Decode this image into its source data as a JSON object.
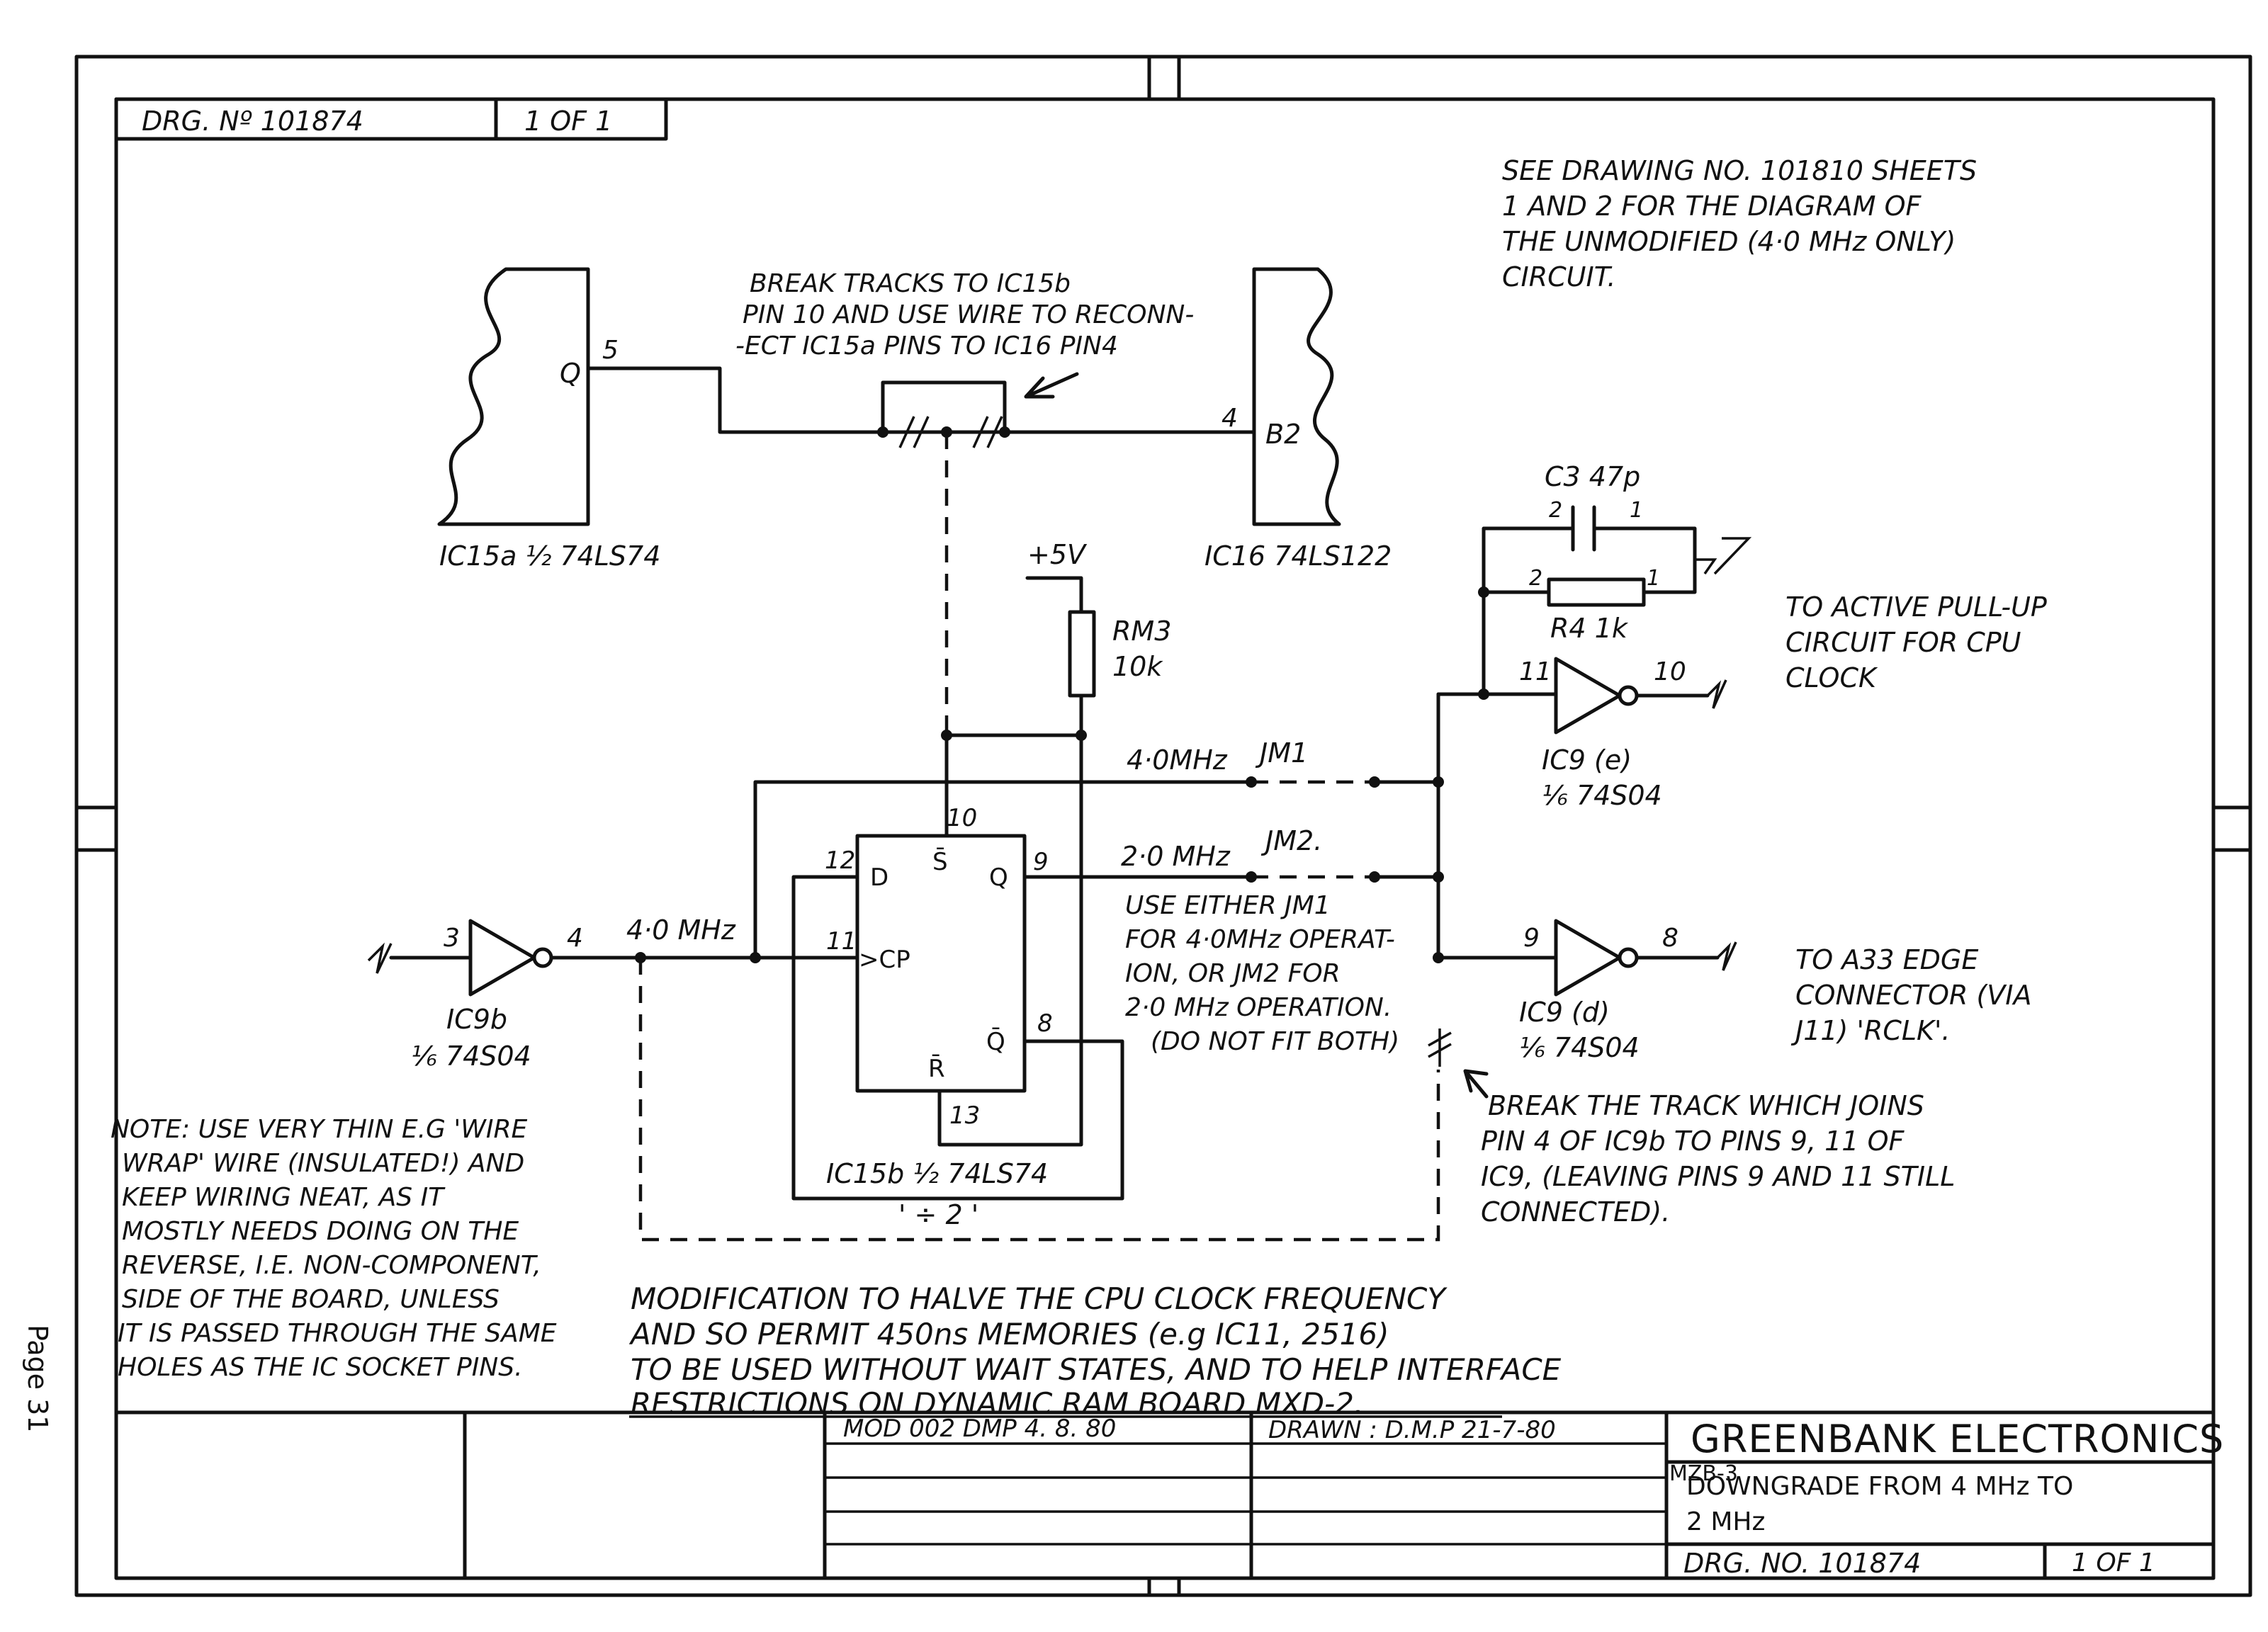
{
  "header": {
    "drawing_number": "DRG. Nº 101874",
    "sheet": "1 OF 1"
  },
  "notes": {
    "reference": [
      "SEE DRAWING NO. 101810 SHEETS",
      "1 AND 2 FOR THE DIAGRAM OF",
      "THE UNMODIFIED (4·0 MHz ONLY)",
      "CIRCUIT."
    ],
    "break_tracks": [
      "BREAK TRACKS TO IC15b",
      "PIN 10 AND USE WIRE TO RECONN-",
      "-ECT IC15a PINS TO IC16 PIN4"
    ],
    "pull_up": [
      "TO ACTIVE PULL-UP",
      "CIRCUIT FOR CPU",
      "CLOCK"
    ],
    "edge_connector": [
      "TO A33 EDGE",
      "CONNECTOR (VIA",
      "J11) 'RCLK'."
    ],
    "jumper_usage": [
      "USE EITHER JM1",
      "FOR 4·0MHz OPERAT-",
      "ION, OR JM2 FOR",
      "2·0 MHz OPERATION.",
      "(DO NOT FIT BOTH)"
    ],
    "break_track_join": [
      "BREAK THE TRACK WHICH JOINS",
      "PIN 4 OF IC9b TO PINS 9, 11 OF",
      "IC9, (LEAVING PINS 9 AND 11 STILL",
      "CONNECTED)."
    ],
    "wiring_note": [
      "NOTE: USE VERY THIN E.G 'WIRE",
      "WRAP' WIRE (INSULATED!) AND",
      "KEEP WIRING NEAT, AS IT",
      "MOSTLY NEEDS DOING ON THE",
      "REVERSE, I.E. NON-COMPONENT,",
      "SIDE OF THE BOARD, UNLESS",
      "IT IS PASSED THROUGH THE SAME",
      "HOLES AS THE IC SOCKET PINS."
    ],
    "modification": [
      "MODIFICATION TO HALVE THE CPU CLOCK FREQUENCY",
      "AND SO PERMIT 450ns MEMORIES (e.g IC11, 2516)",
      "TO BE USED WITHOUT WAIT STATES, AND TO HELP INTERFACE",
      "RESTRICTIONS ON DYNAMIC RAM BOARD MXD-2."
    ]
  },
  "components": {
    "ic15a": {
      "label": "IC15a ½ 74LS74",
      "pin_q": "Q",
      "pin_num": "5"
    },
    "ic16": {
      "label": "IC16 74LS122",
      "pin_b2": "B2",
      "pin_num": "4"
    },
    "c3": {
      "label": "C3 47p",
      "pin1": "1",
      "pin2": "2"
    },
    "r4": {
      "label": "R4 1k",
      "pin1": "1",
      "pin2": "2"
    },
    "rm3": {
      "label_1": "RM3",
      "label_2": "10k",
      "supply": "+5V"
    },
    "ic9e": {
      "label_1": "IC9 (e)",
      "label_2": "⅙ 74S04",
      "pin_in": "11",
      "pin_out": "10"
    },
    "ic9d": {
      "label_1": "IC9 (d)",
      "label_2": "⅙ 74S04",
      "pin_in": "9",
      "pin_out": "8"
    },
    "ic9b": {
      "label_1": "IC9b",
      "label_2": "⅙ 74S04",
      "pin_in": "3",
      "pin_out": "4"
    },
    "ic15b": {
      "label": "IC15b ½ 74LS74",
      "divider": "' ÷ 2 '",
      "pin_d": "D",
      "pin_cp": ">CP",
      "pin_s": "S̄",
      "pin_q": "Q",
      "pin_r": "R̄",
      "pin_qbar": "Q̄",
      "pin_12": "12",
      "pin_11": "11",
      "pin_10": "10",
      "pin_9": "9",
      "pin_8": "8",
      "pin_13": "13"
    },
    "jm1": {
      "label": "JM1",
      "freq": "4·0MHz"
    },
    "jm2": {
      "label": "JM2.",
      "freq": "2·0 MHz"
    },
    "clock_in": {
      "freq": "4·0 MHz"
    }
  },
  "title_block": {
    "mod": "MOD 002 DMP 4. 8. 80",
    "drawn": "DRAWN : D.M.P 21-7-80",
    "company": "GREENBANK ELECTRONICS",
    "ref": "MZB-3",
    "title_1": "DOWNGRADE FROM 4 MHz TO",
    "title_2": "2 MHz",
    "drg_no": "DRG. NO. 101874",
    "sheet": "1 OF 1"
  },
  "margin": {
    "page": "Page 31"
  }
}
